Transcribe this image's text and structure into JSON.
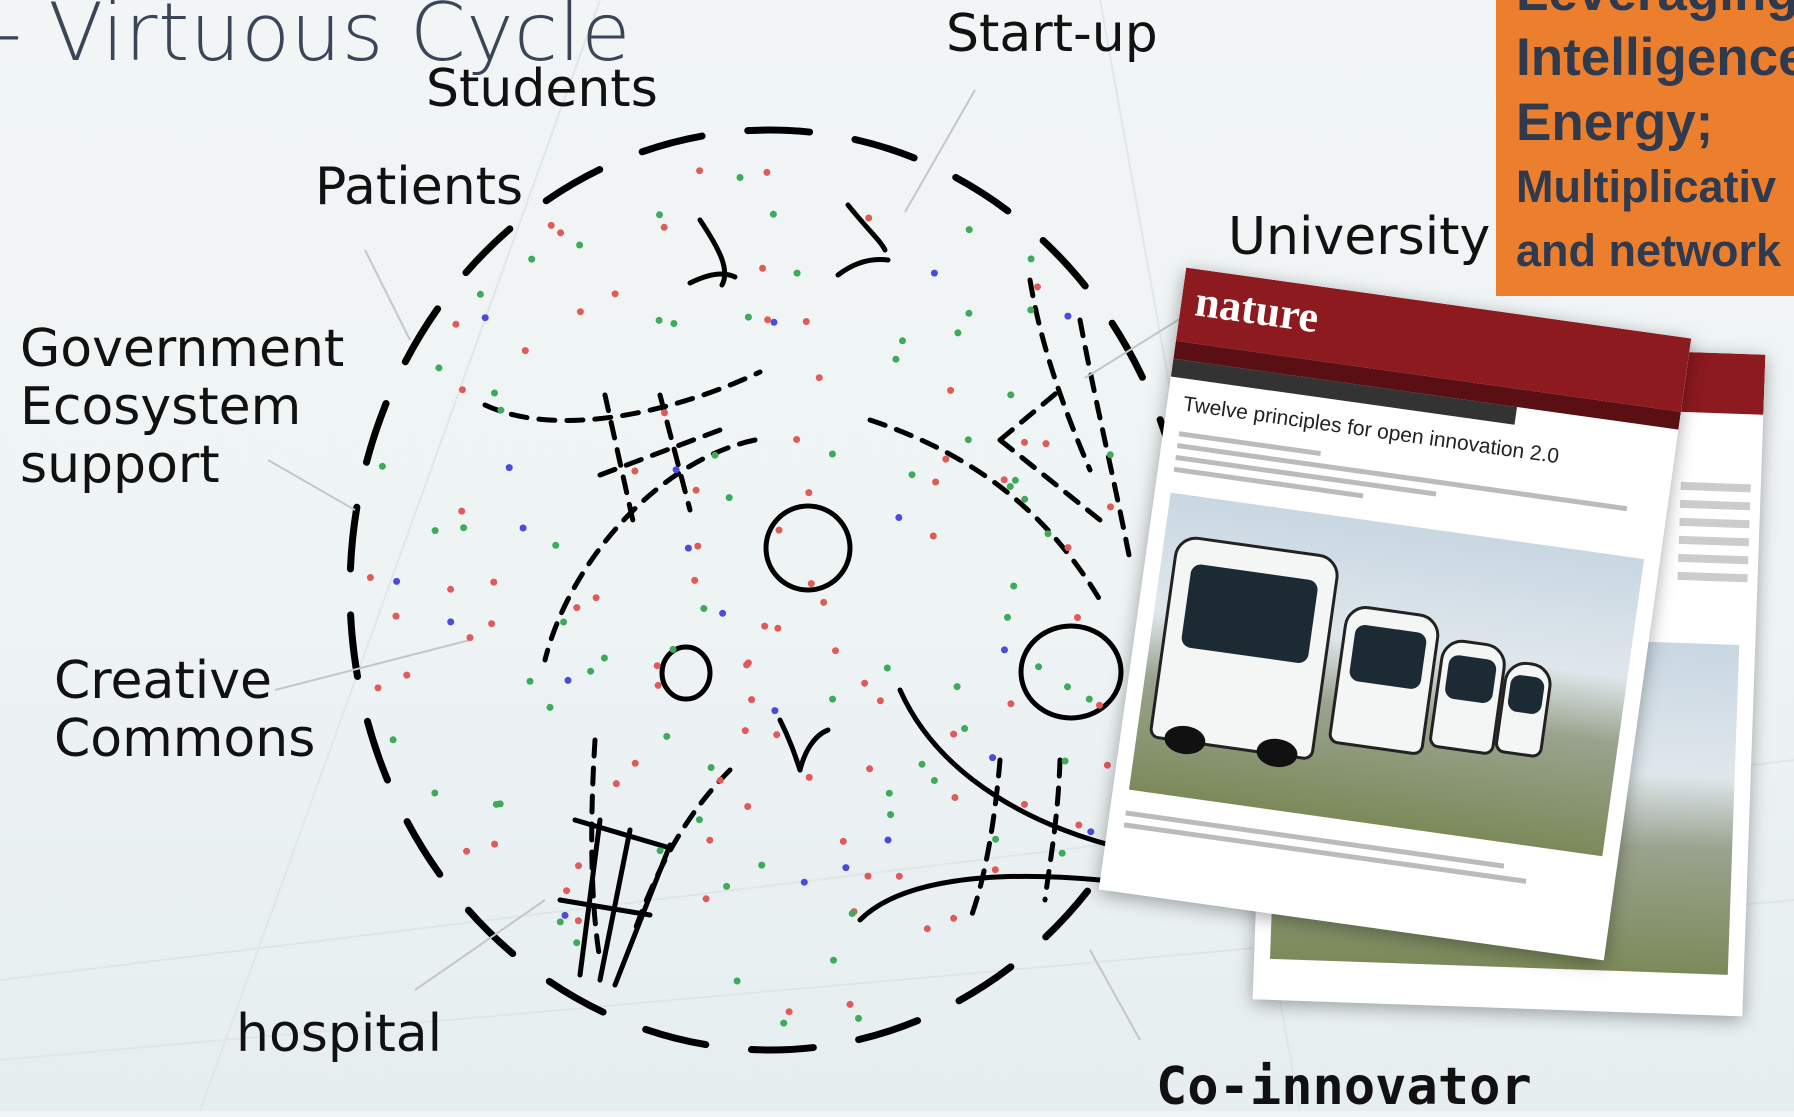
{
  "title": "– Virtuous Cycle",
  "labels": {
    "startup": "Start-up",
    "students": "Students",
    "patients": "Patients",
    "university": "University",
    "government": [
      "Government",
      "Ecosystem",
      "support"
    ],
    "creative": [
      "Creative",
      "Commons"
    ],
    "hospital": "hospital",
    "coinnovator": "Co-innovator"
  },
  "orange_box": {
    "lines": [
      "Leveraging",
      "Intelligence",
      "Energy;",
      "Multiplicativ",
      "and network"
    ]
  },
  "article": {
    "logo": "nature",
    "headline": "Twelve principles for open innovation 2.0"
  },
  "colors": {
    "dot_red": "#e05a5a",
    "dot_green": "#3dab5c",
    "dot_blue": "#4a4ae0",
    "orange": "#ec7f2d",
    "nature_red": "#8c1a1f"
  }
}
